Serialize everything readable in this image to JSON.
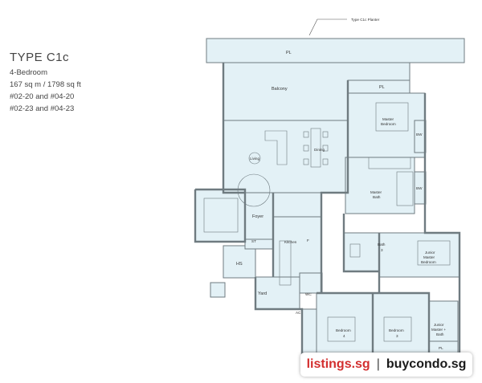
{
  "unit_info": {
    "title": "TYPE C1c",
    "bedrooms": "4-Bedroom",
    "area": "167 sq m / 1798 sq ft",
    "units_line1": "#02-20 and #04-20",
    "units_line2": "#02-23 and #04-23"
  },
  "plan_labels": {
    "planter_note": "Type C1c Planter",
    "pl_top": "PL",
    "balcony": "Balcony",
    "pl_mid": "PL",
    "master_bedroom_line1": "Master",
    "master_bedroom_line2": "Bedroom",
    "bw_upper": "BW",
    "bw_lower": "BW",
    "living": "Living",
    "dining": "Dining",
    "master_bath_line1": "Master",
    "master_bath_line2": "Bath",
    "foyer": "Foyer",
    "st": "ST",
    "f": "F",
    "kitchen": "Kitchen",
    "hs": "HS",
    "bath3_line1": "Bath",
    "bath3_line2": "3",
    "junior_master_line1": "Junior",
    "junior_master_line2": "Master",
    "junior_master_line3": "Bedroom",
    "wc": "WC",
    "yard": "Yard",
    "ac": "AC",
    "bedroom4_line1": "Bedroom",
    "bedroom4_line2": "4",
    "bedroom3_line1": "Bedroom",
    "bedroom3_line2": "3",
    "junior_bath_line1": "Junior",
    "junior_bath_line2": "Master +",
    "junior_bath_line3": "Bath",
    "pl_bottom": "PL"
  },
  "watermark": {
    "site1": "listings.sg",
    "separator": "|",
    "site2": "buycondo.sg"
  },
  "colors": {
    "fill": "#e3f1f6",
    "wall": "#6f7b80"
  }
}
